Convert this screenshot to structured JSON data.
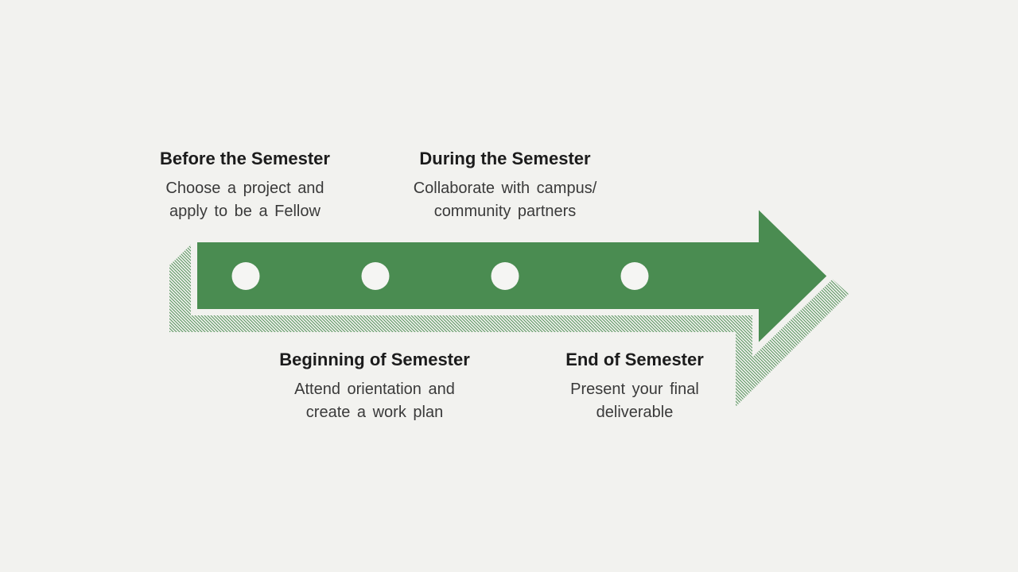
{
  "colors": {
    "background": "#f2f2ef",
    "arrow_green": "#4a8c51",
    "title_text": "#1c1c1c",
    "body_text": "#3a3a3a",
    "dot": "#f5f5f3"
  },
  "milestones": [
    {
      "title": "Before the Semester",
      "line1": "Choose a project and",
      "line2": "apply to be a Fellow"
    },
    {
      "title": "Beginning of Semester",
      "line1": "Attend orientation and",
      "line2": "create a work plan"
    },
    {
      "title": "During the Semester",
      "line1": "Collaborate with campus/",
      "line2": "community partners"
    },
    {
      "title": "End of Semester",
      "line1": "Present your final",
      "line2": "deliverable"
    }
  ]
}
